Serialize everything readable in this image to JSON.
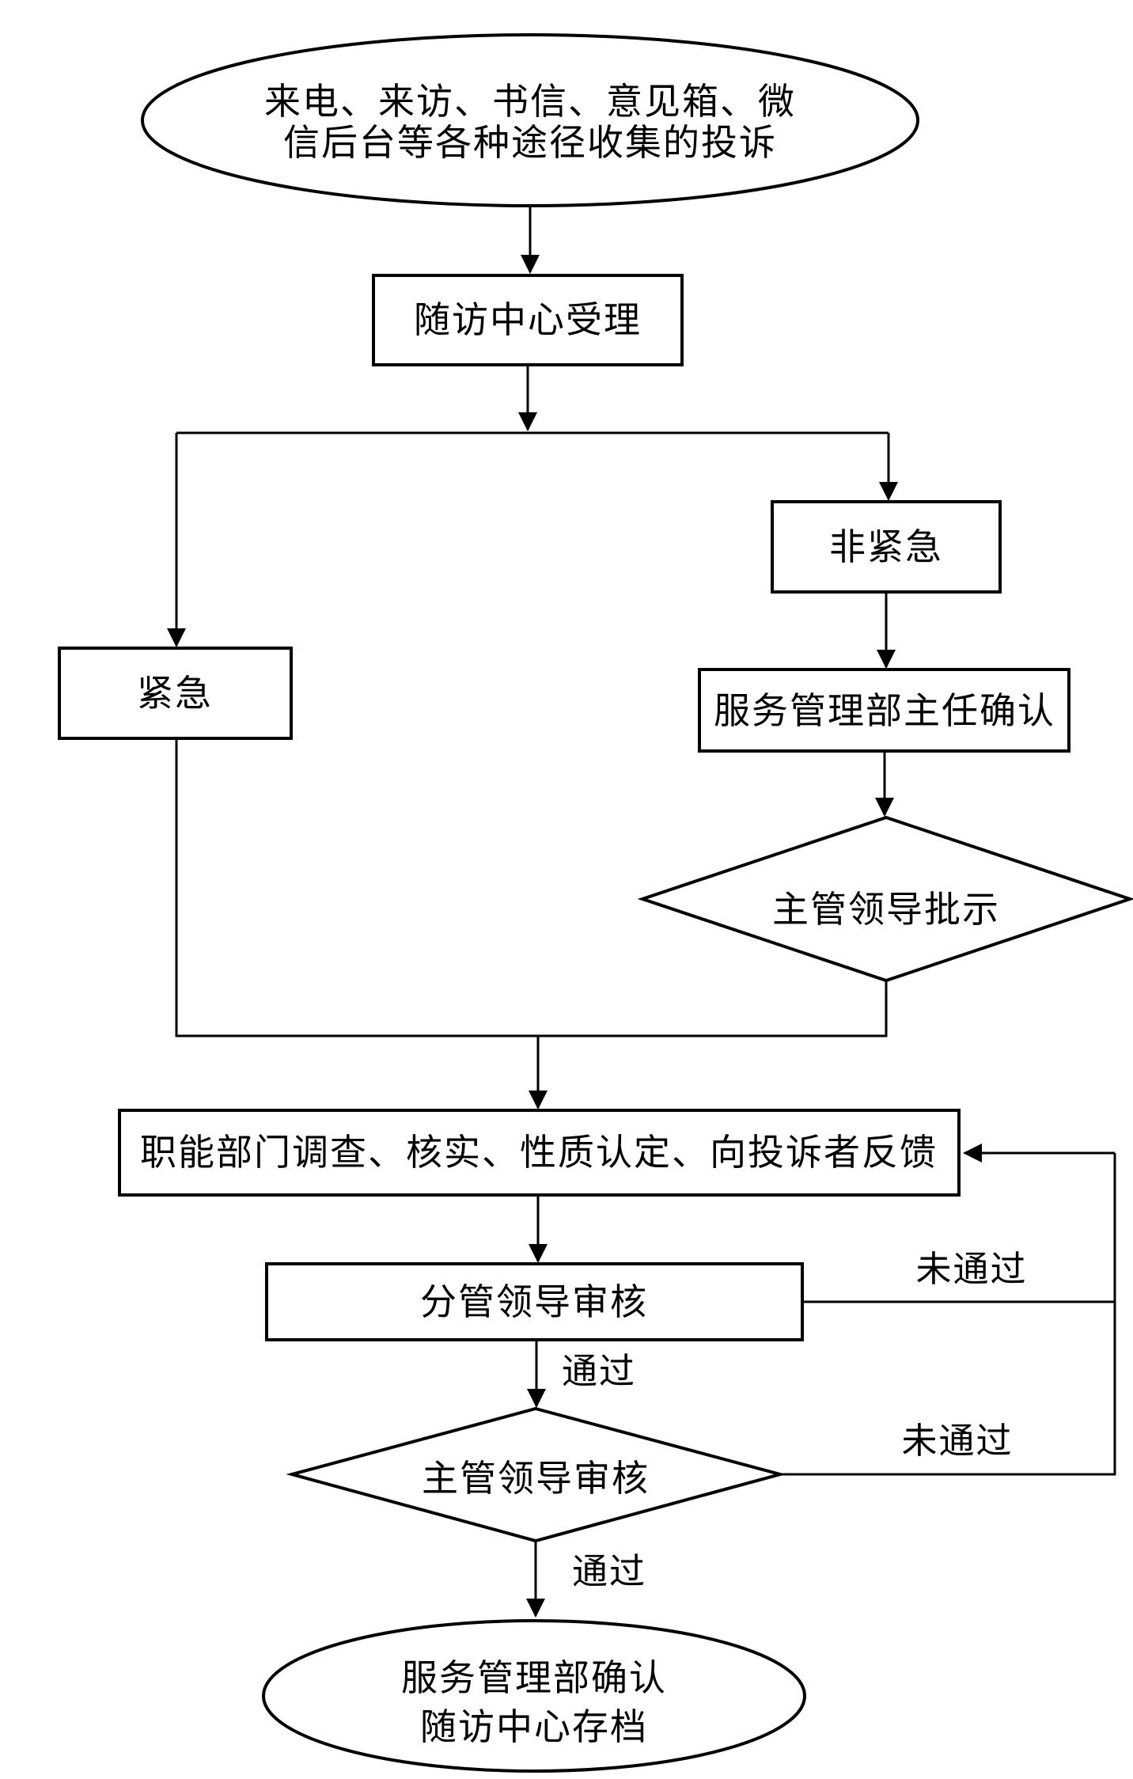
{
  "diagram": {
    "nodes": {
      "source": {
        "line1": "来电、来访、书信、意见箱、微",
        "line2": "信后台等各种途径收集的投诉"
      },
      "accept": {
        "label": "随访中心受理"
      },
      "urgent": {
        "label": "紧急"
      },
      "non_urgent": {
        "label": "非紧急"
      },
      "director_confirm": {
        "label": "服务管理部主任确认"
      },
      "leader_instruction": {
        "label": "主管领导批示"
      },
      "investigation": {
        "label": "职能部门调查、核实、性质认定、向投诉者反馈"
      },
      "deputy_review": {
        "label": "分管领导审核"
      },
      "chief_review": {
        "label": "主管领导审核"
      },
      "end": {
        "line1": "服务管理部确认",
        "line2": "随访中心存档"
      }
    },
    "edge_labels": {
      "deputy_pass": "通过",
      "deputy_fail": "未通过",
      "chief_pass": "通过",
      "chief_fail": "未通过"
    },
    "colors": {
      "stroke": "#000000",
      "background": "#ffffff",
      "text": "#000000"
    }
  }
}
